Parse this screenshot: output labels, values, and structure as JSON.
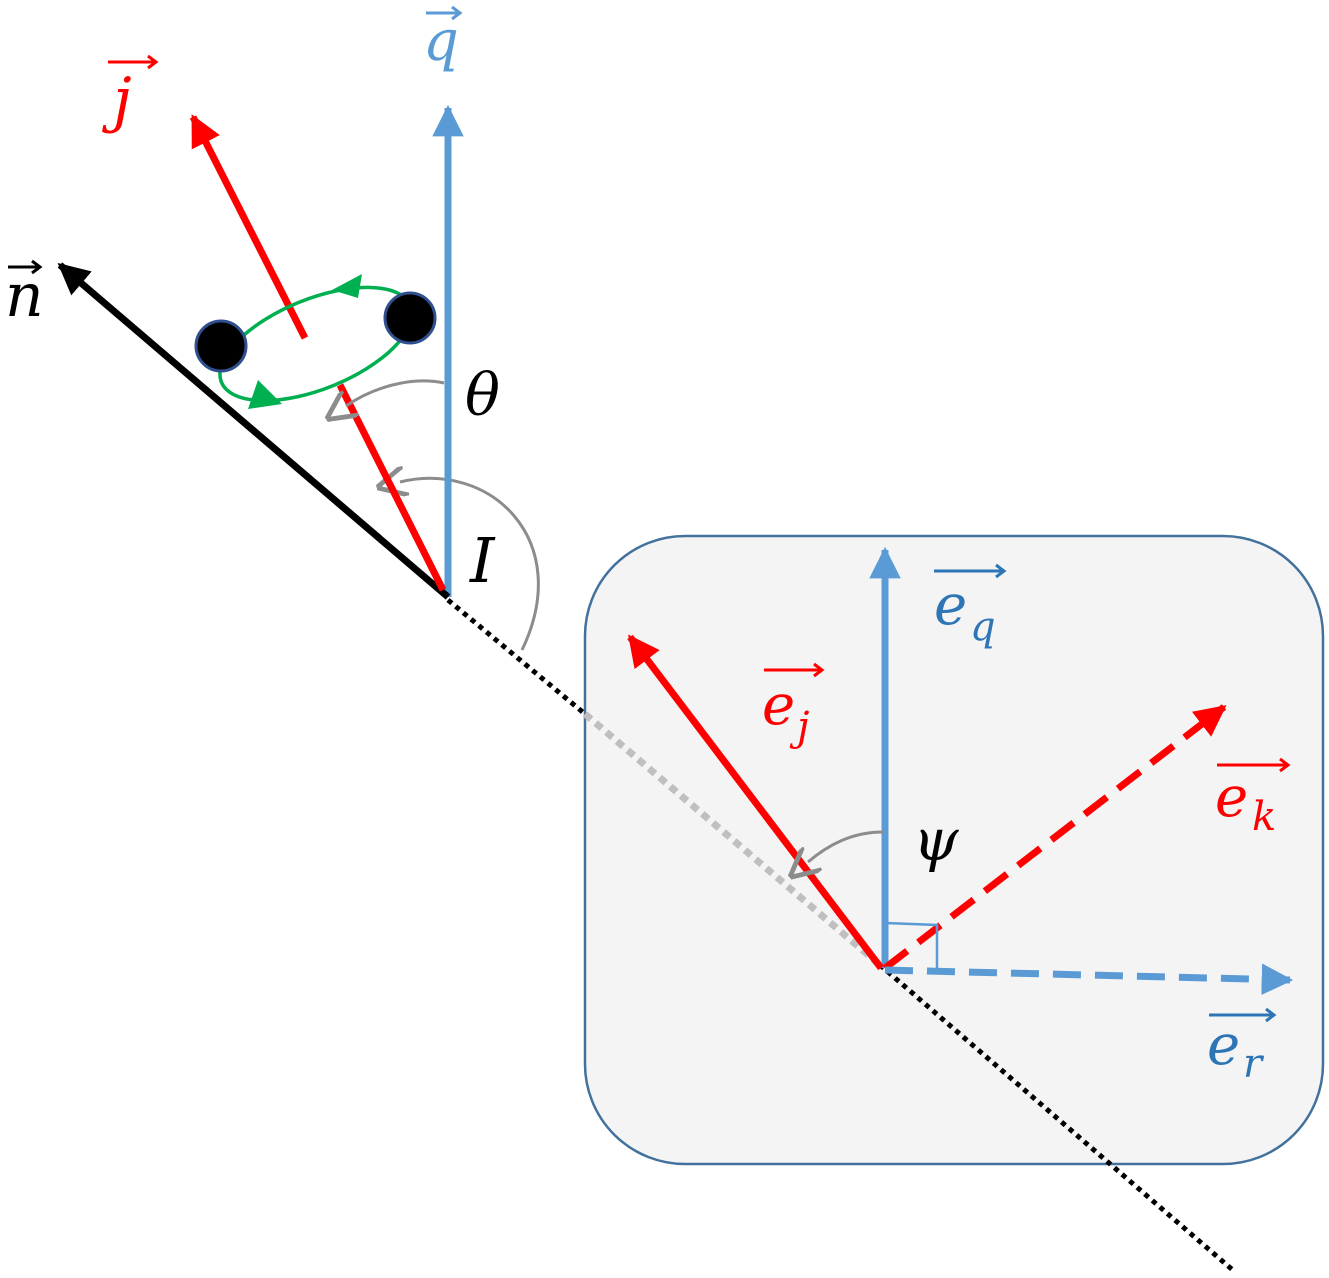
{
  "labels": {
    "q": "q",
    "j": "j",
    "n": "n",
    "theta": "θ",
    "I": "I",
    "psi": "ψ",
    "e_q": {
      "base": "e",
      "sub": "q"
    },
    "e_j": {
      "base": "e",
      "sub": "j"
    },
    "e_k": {
      "base": "e",
      "sub": "k"
    },
    "e_r": {
      "base": "e",
      "sub": "r"
    }
  },
  "colors": {
    "blue": "#5B9BD5",
    "blue_text": "#2E75B6",
    "red": "#FF0000",
    "black": "#000000",
    "green": "#00B050",
    "gray_arc": "#8C8C8C",
    "gray_dots": "#BFBFBF",
    "panel_fill": "#F4F4F4",
    "panel_stroke": "#41719C"
  }
}
